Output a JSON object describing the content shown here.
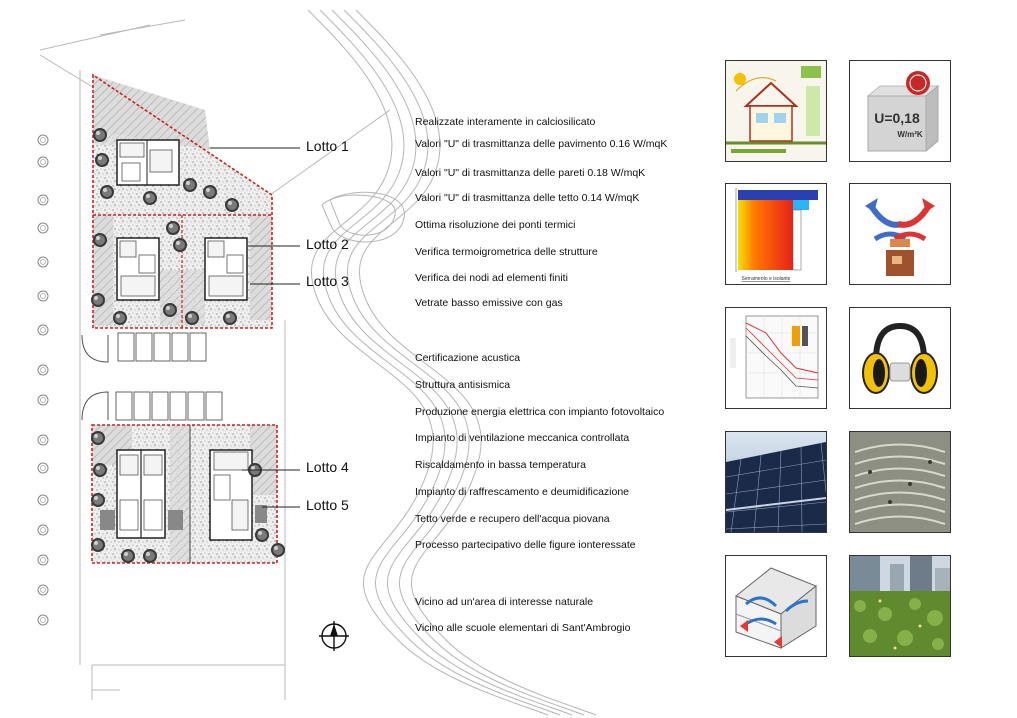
{
  "lots": [
    {
      "label": "Lotto 1"
    },
    {
      "label": "Lotto 2"
    },
    {
      "label": "Lotto 3"
    },
    {
      "label": "Lotto 4"
    },
    {
      "label": "Lotto 5"
    }
  ],
  "features": [
    "Realizzate interamente in calciosilicato",
    "Valori \"U\" di trasmittanza delle pavimento 0.16 W/mqK",
    "Valori \"U\" di trasmittanza delle pareti 0.18 W/mqK",
    "Valori \"U\" di trasmittanza delle tetto 0.14 W/mqK",
    "Ottima risoluzione dei ponti termici",
    "Verifica termoigrometrica delle strutture",
    "Verifica dei nodi ad elementi finiti",
    "Vetrate basso emissive con gas",
    "Certificazione acustica",
    "Struttura antisismica",
    "Produzione energia elettrica con impianto fotovoltaico",
    "Impianto di ventilazione meccanica controllata",
    "Riscaldamento in bassa temperatura",
    "Impianto di raffrescamento e deumidificazione",
    "Tetto verde e recupero dell'acqua piovana",
    "Processo partecipativo delle figure ionteressate",
    "Vicino ad un'area di interesse naturale",
    "Vicino alle scuole elementari di Sant'Ambrogio"
  ],
  "thumbnails": {
    "u_value_block": "U=0,18",
    "u_value_unit": "W/m²K",
    "thermal_caption": "Serramento e isolante"
  },
  "colors": {
    "lot_boundary": "#cc2222",
    "thermal_hot": "#e8201a",
    "thermal_cold": "#2a3fb0",
    "solar_panel": "#1c2a4a",
    "green_roof": "#5f8a2e",
    "earmuff_yellow": "#f2c200"
  },
  "icons": [
    "north-arrow-icon",
    "tree-icon",
    "house-icon",
    "airflow-arrows-icon",
    "earmuffs-icon"
  ]
}
